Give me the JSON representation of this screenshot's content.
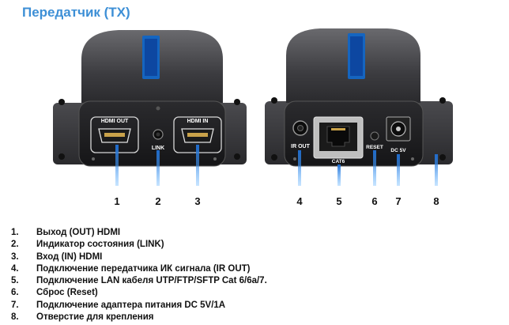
{
  "title": "Передатчик (TX)",
  "device_left": {
    "port_hdmi_out": "HDMI OUT",
    "indicator_link": "LINK",
    "port_hdmi_in": "HDMI IN"
  },
  "device_right": {
    "ir_out": "IR OUT",
    "cat6": "CAT6",
    "reset": "RESET",
    "dc5v": "DC 5V"
  },
  "callouts": [
    "1",
    "2",
    "3",
    "4",
    "5",
    "6",
    "7",
    "8"
  ],
  "legend": [
    {
      "num": "1.",
      "text": "Выход (OUT) HDMI"
    },
    {
      "num": "2.",
      "text": "Индикатор состояния (LINK)"
    },
    {
      "num": "3.",
      "text": "Вход (IN) HDMI"
    },
    {
      "num": "4.",
      "text": "Подключение передатчика ИК сигнала (IR OUT)"
    },
    {
      "num": "5.",
      "text": "Подключение LAN кабеля  UTP/FTP/SFTP Cat 6/6a/7."
    },
    {
      "num": "6.",
      "text": "Сброс (Reset)"
    },
    {
      "num": "7.",
      "text": "Подключение адаптера питания DC 5V/1A"
    },
    {
      "num": "8.",
      "text": "Отверстие для крепления"
    }
  ]
}
